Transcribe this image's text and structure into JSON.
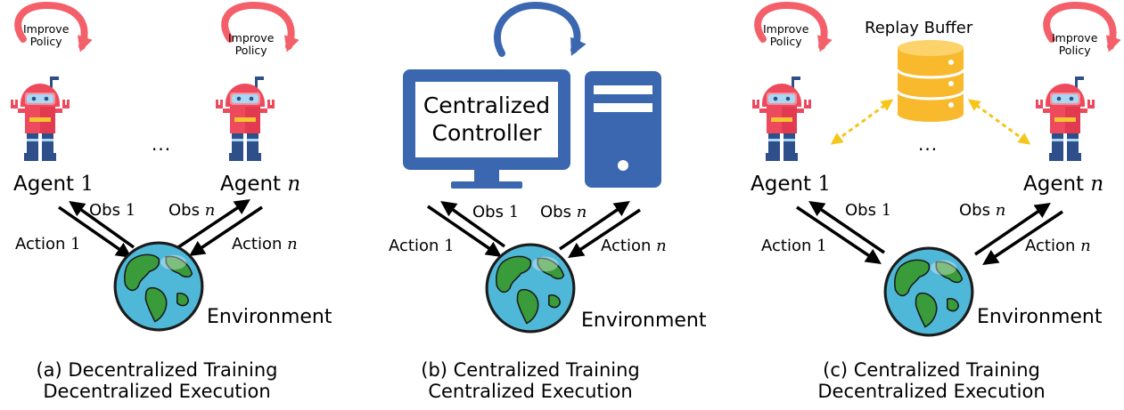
{
  "panel_a": {
    "improve_1": "Improve\nPolicy",
    "improve_2": "Improve\nPolicy",
    "agent_1_word": "Agent",
    "agent_1_num": "1",
    "agent_n_word": "Agent",
    "agent_n_num": "n",
    "ellipsis": "...",
    "obs_1_word": "Obs",
    "obs_1_num": "1",
    "obs_n_word": "Obs",
    "obs_n_num": "n",
    "action_1_word": "Action",
    "action_1_num": "1",
    "action_n_word": "Action",
    "action_n_num": "n",
    "environment": "Environment",
    "caption": "(a) Decentralized Training\nDecentralized Execution"
  },
  "panel_b": {
    "controller": "Centralized\nController",
    "obs_1_word": "Obs",
    "obs_1_num": "1",
    "obs_n_word": "Obs",
    "obs_n_num": "n",
    "action_1_word": "Action",
    "action_1_num": "1",
    "action_n_word": "Action",
    "action_n_num": "n",
    "environment": "Environment",
    "caption": "(b) Centralized Training\nCentralized Execution"
  },
  "panel_c": {
    "improve_1": "Improve\nPolicy",
    "improve_2": "Improve\nPolicy",
    "replay_buffer": "Replay Buffer",
    "ellipsis": "...",
    "agent_1_word": "Agent",
    "agent_1_num": "1",
    "agent_n_word": "Agent",
    "agent_n_num": "n",
    "obs_1_word": "Obs",
    "obs_1_num": "1",
    "obs_n_word": "Obs",
    "obs_n_num": "n",
    "action_1_word": "Action",
    "action_1_num": "1",
    "action_n_word": "Action",
    "action_n_num": "n",
    "environment": "Environment",
    "caption": "(c) Centralized Training\nDecentralized Execution"
  },
  "colors": {
    "cycle_arrow_red": "#f4606a",
    "robot_red": "#ee4a5d",
    "robot_pink": "#f58f9b",
    "robot_navy": "#2e4f89",
    "robot_light_blue": "#a9d8f2",
    "robot_yellow": "#f2c531",
    "controller_blue": "#3b67b0",
    "buffer_yellow": "#f9b92d",
    "dashed_arrow": "#f5c518",
    "globe_ocean": "#4fb8d8",
    "globe_land": "#3a9b3a"
  }
}
